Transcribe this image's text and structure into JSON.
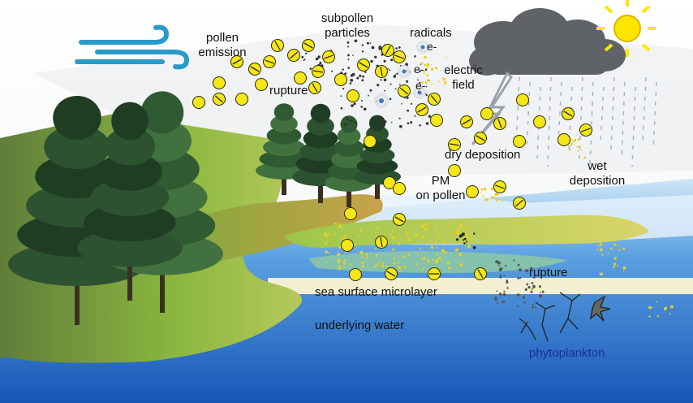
{
  "labels": {
    "pollen_emission": [
      "pollen",
      "emission"
    ],
    "subpollen_particles": [
      "subpollen",
      "particles"
    ],
    "radicals": "radicals",
    "electron": "e-",
    "electric_field": [
      "electric",
      "field"
    ],
    "rupture_air": "rupture",
    "dry_deposition": "dry deposition",
    "wet_deposition": [
      "wet",
      "deposition"
    ],
    "pm_on_pollen": [
      "PM",
      "on pollen"
    ],
    "rupture_sea": "rupture",
    "sea_surface_microlayer": "sea surface microlayer",
    "underlying_water": "underlying water",
    "phytoplankton": "phytoplankton"
  },
  "colors": {
    "pollen_fill": "#f5e616",
    "pollen_stroke": "#2a2a10",
    "cloud": "#5f6368",
    "sun": "#ffe600",
    "lightning": "#9aa2aa",
    "sea_deep": "#1d5fc0",
    "sea_light": "#a9d3f0",
    "land_green": "#7fae38",
    "land_brown": "#b78a3c",
    "microlayer": "#f3efd3",
    "wind": "#2a9ac9",
    "phytoplankton_text": "#1b2f9a"
  },
  "icons": [
    "wind-icon",
    "storm-cloud-icon",
    "sun-icon",
    "lightning-icon",
    "rain-icon",
    "tree-icon",
    "pollen-grain-icon",
    "radical-icon",
    "phytoplankton-icon"
  ]
}
